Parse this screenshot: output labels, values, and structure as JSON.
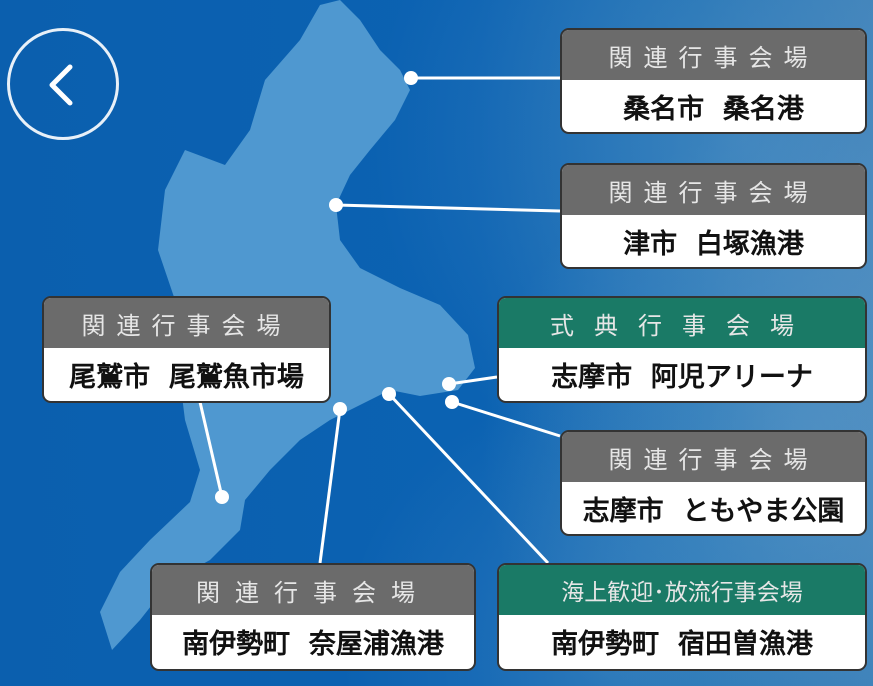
{
  "back_button": {
    "icon": "chevron-left-icon"
  },
  "colors": {
    "background": "#0b62b2",
    "land": "#4f98d0",
    "header_gray": "#6b6b6b",
    "header_green": "#1a7a66"
  },
  "venues": [
    {
      "category": "関連行事会場",
      "name": "桑名市  桑名港",
      "type": "related"
    },
    {
      "category": "関連行事会場",
      "name": "津市  白塚漁港",
      "type": "related"
    },
    {
      "category": "関連行事会場",
      "name": "尾鷲市  尾鷲魚市場",
      "type": "related"
    },
    {
      "category": "式典行事会場",
      "name": "志摩市  阿児アリーナ",
      "type": "ceremony"
    },
    {
      "category": "関連行事会場",
      "name": "志摩市  ともやま公園",
      "type": "related"
    },
    {
      "category": "関連行事会場",
      "name": "南伊勢町  奈屋浦漁港",
      "type": "related"
    },
    {
      "category": "海上歓迎･放流行事会場",
      "name": "南伊勢町  宿田曽漁港",
      "type": "welcome"
    }
  ]
}
